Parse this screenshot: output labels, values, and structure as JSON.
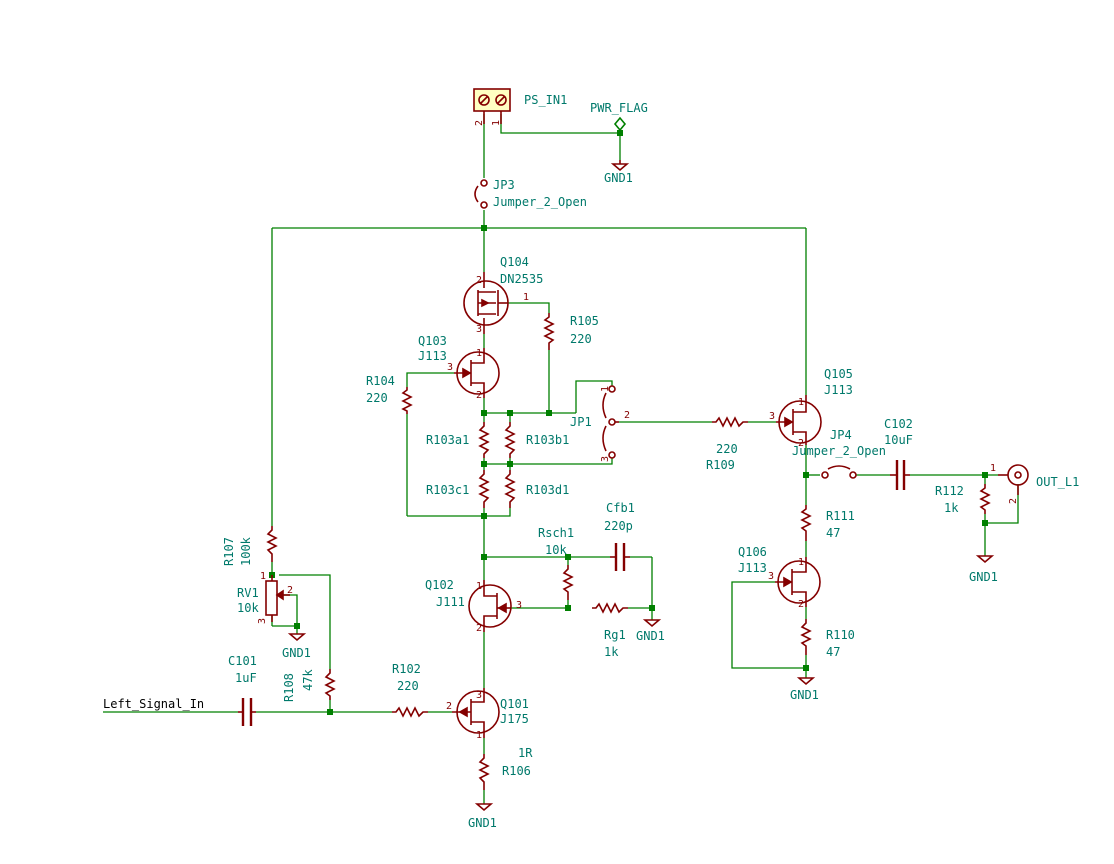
{
  "net_input": "Left_Signal_In",
  "labels": {
    "ps_in1": "PS_IN1",
    "pwr_flag": "PWR_FLAG",
    "gnd": "GND1",
    "jp3_ref": "JP3",
    "jp3_val": "Jumper_2_Open",
    "q104_ref": "Q104",
    "q104_val": "DN2535",
    "r105_ref": "R105",
    "r105_val": "220",
    "q103_ref": "Q103",
    "q103_val": "J113",
    "r104_ref": "R104",
    "r104_val": "220",
    "jp1_ref": "JP1",
    "r103a1": "R103a1",
    "r103b1": "R103b1",
    "r103c1": "R103c1",
    "r103d1": "R103d1",
    "r109_val": "220",
    "r109_ref": "R109",
    "q105_ref": "Q105",
    "q105_val": "J113",
    "jp4_ref": "JP4",
    "jp4_val": "Jumper_2_Open",
    "c102_ref": "C102",
    "c102_val": "10uF",
    "r112_ref": "R112",
    "r112_val": "1k",
    "out_ref": "OUT_L1",
    "cfb1_ref": "Cfb1",
    "cfb1_val": "220p",
    "rsch1_ref": "Rsch1",
    "rsch1_val": "10k",
    "r107_ref": "R107",
    "r107_val": "100k",
    "rv1_ref": "RV1",
    "rv1_val": "10k",
    "q102_ref": "Q102",
    "q102_val": "J111",
    "rg1_ref": "Rg1",
    "rg1_val": "1k",
    "r111_ref": "R111",
    "r111_val": "47",
    "q106_ref": "Q106",
    "q106_val": "J113",
    "r110_ref": "R110",
    "r110_val": "47",
    "c101_ref": "C101",
    "c101_val": "1uF",
    "r108_ref": "R108",
    "r108_val": "47k",
    "r102_ref": "R102",
    "r102_val": "220",
    "q101_ref": "Q101",
    "q101_val": "J175",
    "r106_val": "1R",
    "r106_ref": "R106"
  },
  "pins": {
    "p1": "1",
    "p2": "2",
    "p3": "3"
  }
}
